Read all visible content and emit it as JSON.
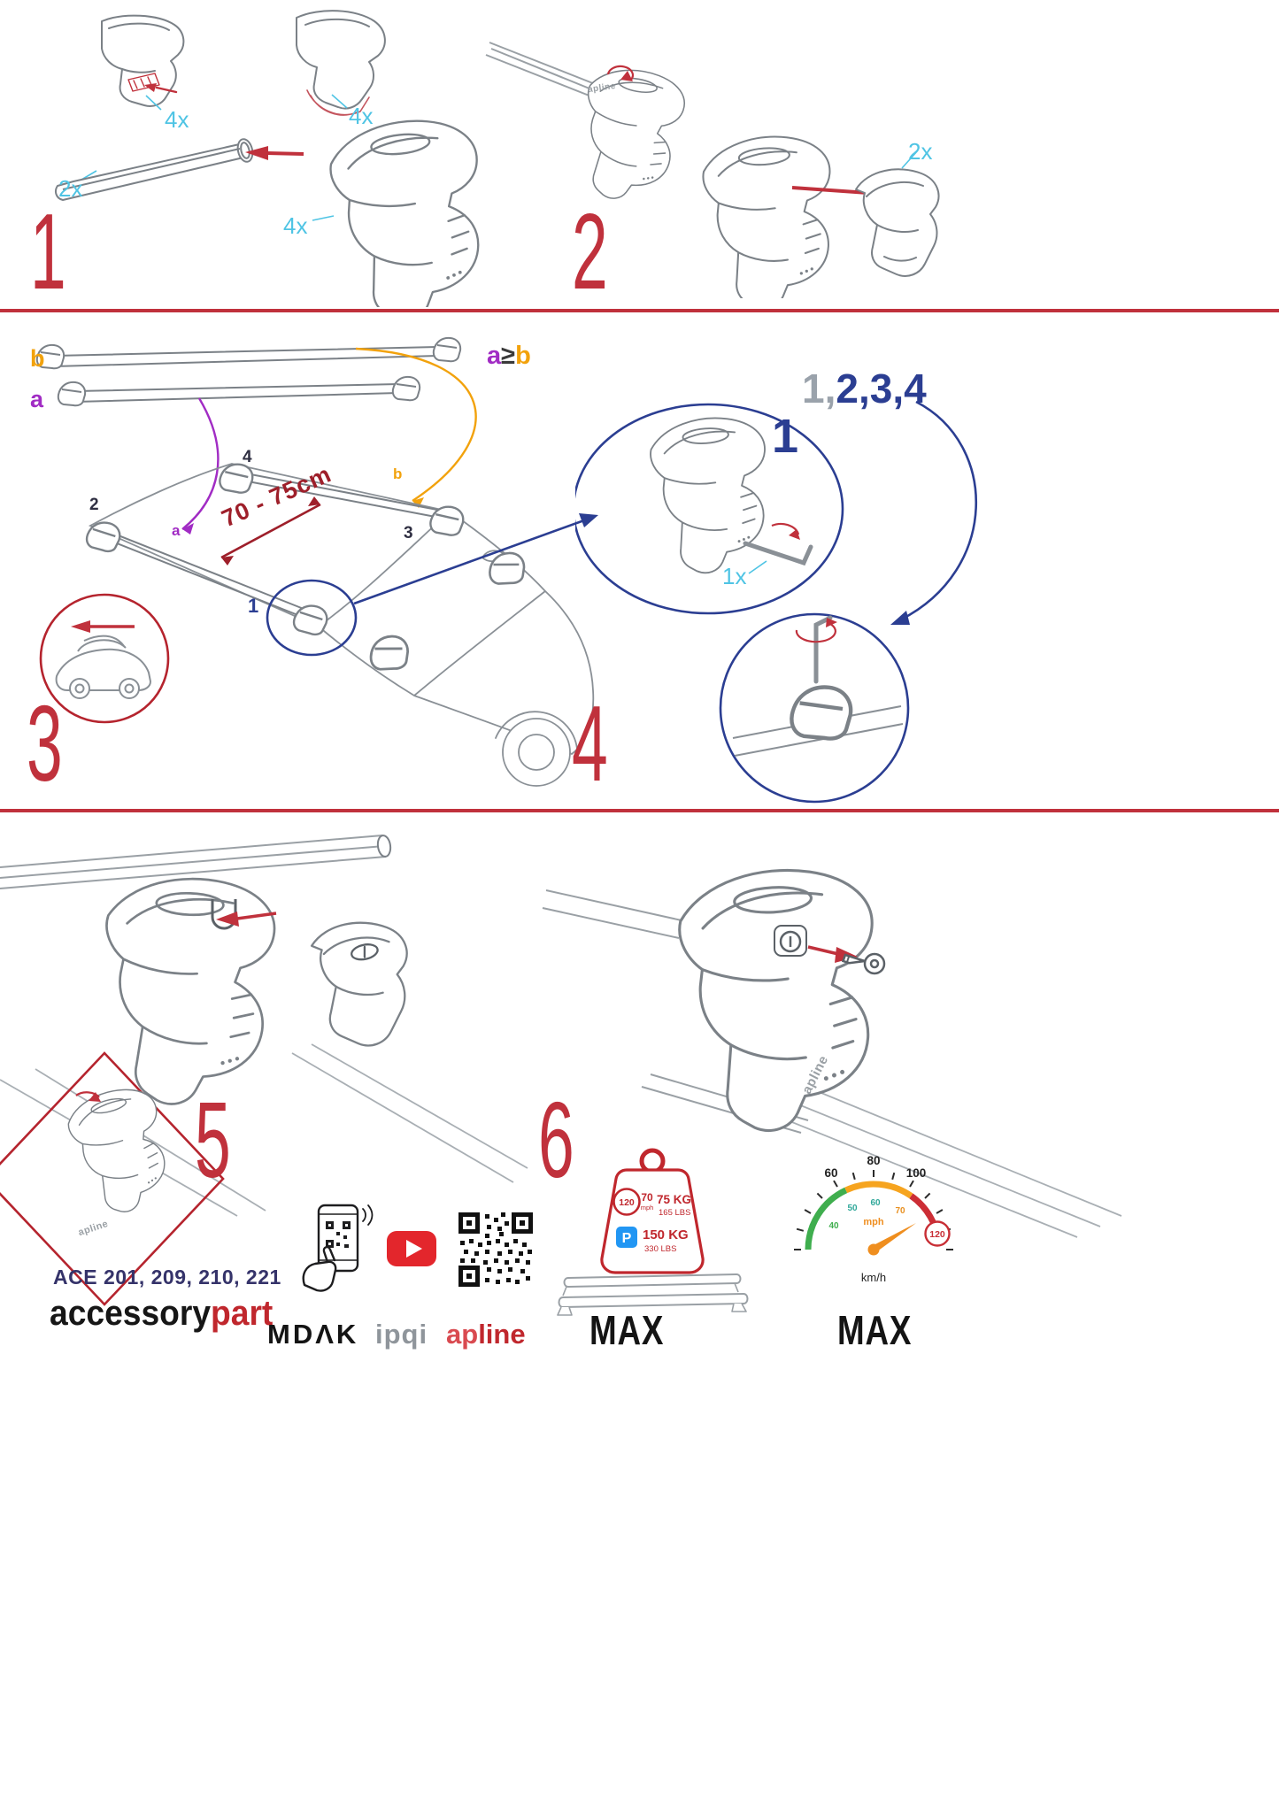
{
  "steps": {
    "s1": {
      "number": "1",
      "qty_clamp_a": "4x",
      "qty_clamp_b": "4x",
      "qty_bar": "2x",
      "qty_foot": "4x"
    },
    "s2": {
      "number": "2",
      "qty_cover": "2x",
      "foot_brand": "apline"
    },
    "s3": {
      "number": "3",
      "bar_b_label": "b",
      "bar_a_label": "a",
      "rule_a": "a",
      "rule_op": "≥",
      "rule_b": "b",
      "distance": "70 - 75cm",
      "pos1": "1",
      "pos2": "2",
      "pos3": "3",
      "pos4": "4",
      "roof_a": "a",
      "roof_b": "b"
    },
    "s4": {
      "number": "4",
      "seq_gray": "1,",
      "seq_blue": "2,3,4",
      "callout": "1",
      "qty_tool": "1x"
    },
    "s5": {
      "number": "5",
      "foot_brand": "apline"
    },
    "s6": {
      "number": "6",
      "foot_brand": "apline"
    }
  },
  "footer": {
    "models": "ACE 201, 209, 210, 221",
    "brand_black": "accessory",
    "brand_red": "part",
    "mdak": "MDΛK",
    "ipqi": "ipqi",
    "apline_ap": "ap",
    "apline_line": "line",
    "tag": {
      "limit": "120",
      "speed": "70",
      "speed_unit": "mph",
      "kg": "75 KG",
      "lbs": "165 LBS",
      "parking": "P",
      "kg2": "150 KG",
      "lbs2": "330 LBS",
      "max": "MAX"
    },
    "gauge": {
      "outer": [
        "60",
        "80",
        "100"
      ],
      "inner": [
        "40",
        "50",
        "60",
        "70"
      ],
      "limit": "120",
      "unit": "mph",
      "kmh": "km/h",
      "max": "MAX"
    }
  },
  "colors": {
    "red": "#c0313c",
    "cyan": "#4fc4e4",
    "orange": "#f2a20c",
    "purple": "#a12cc4",
    "blue": "#2b3e92",
    "navy": "#35336a",
    "dark_red": "#9e1f2a"
  }
}
